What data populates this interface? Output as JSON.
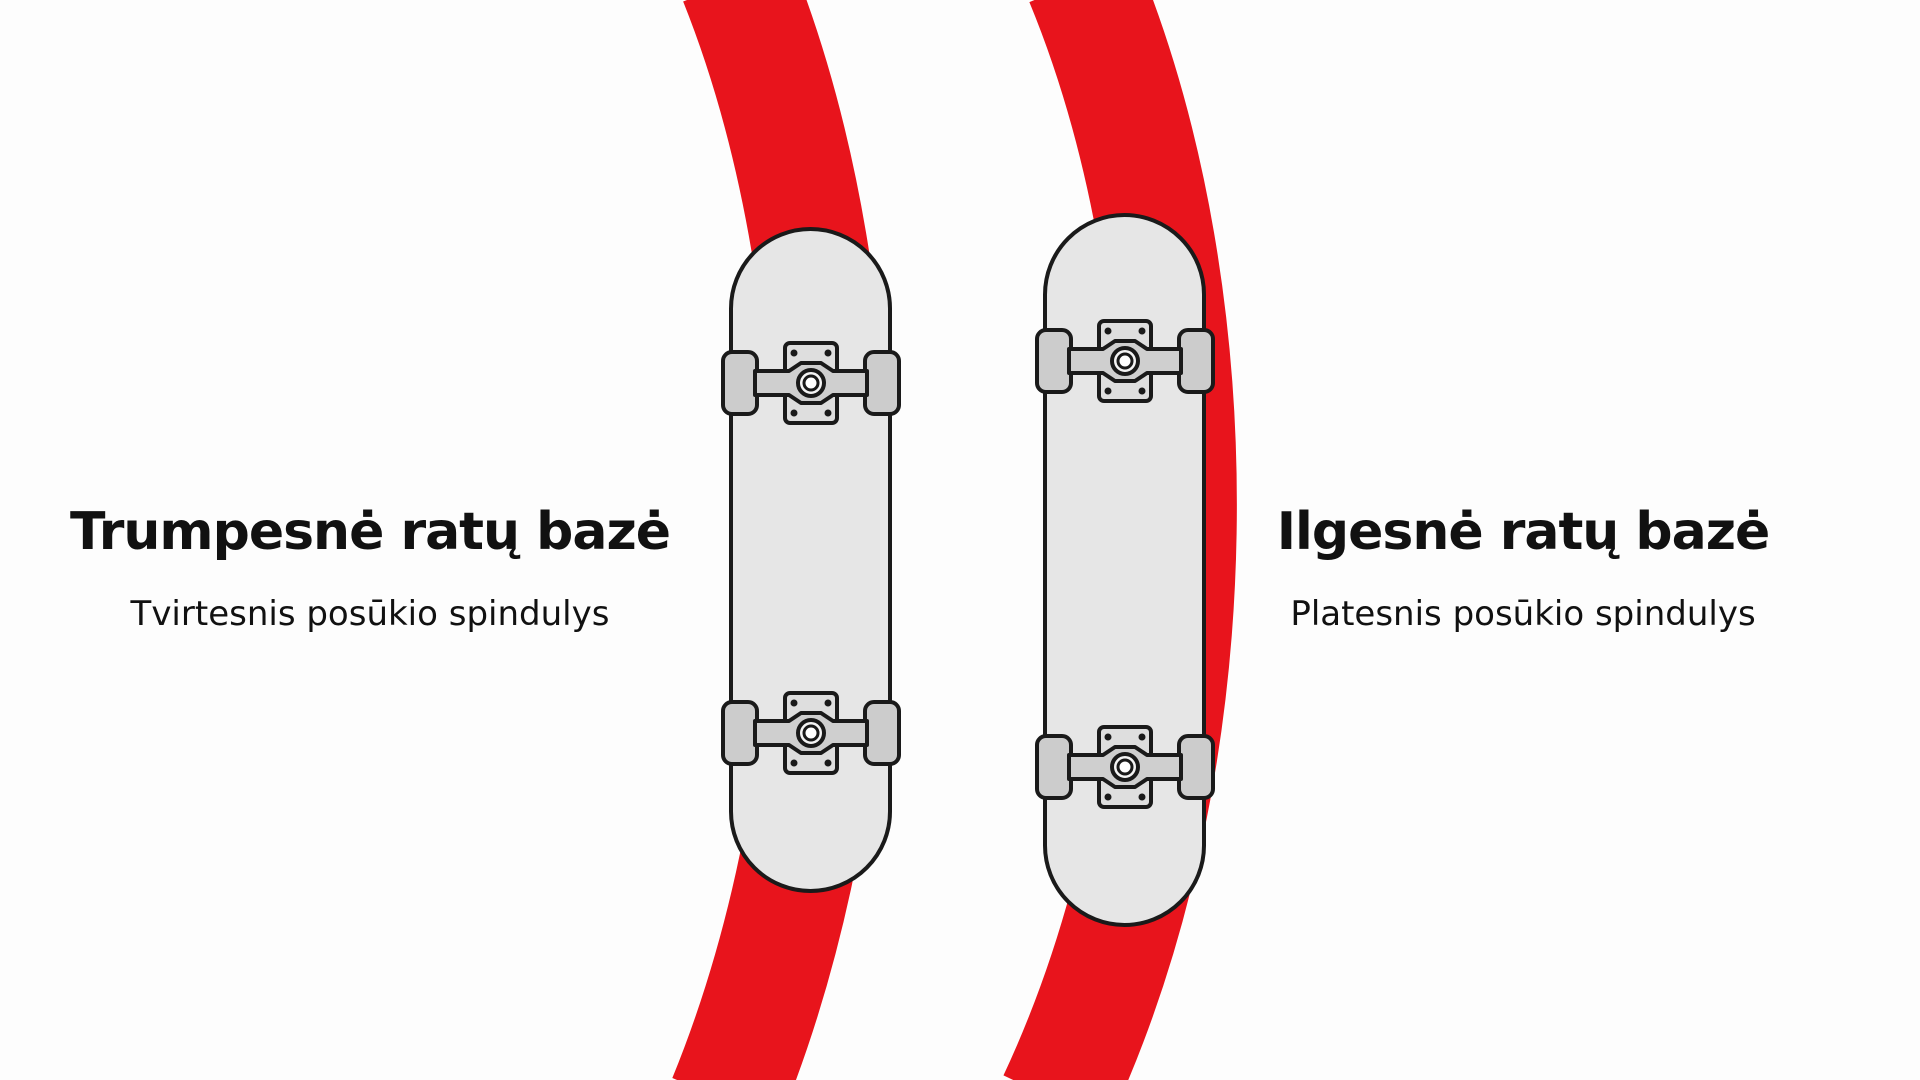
{
  "left_board": {
    "title": "Trumpesnė ratų bazė",
    "subtitle": "Tvirtesnis posūkio spindulys"
  },
  "right_board": {
    "title": "Ilgesnė ratų bazė",
    "subtitle": "Platesnis posūkio spindulys"
  },
  "colors": {
    "turn_path": "#e8141c",
    "deck_fill": "#e6e6e6",
    "wheel_fill": "#cccccc",
    "outline": "#1a1a1a",
    "text": "#111111"
  },
  "icons": [
    "skateboard-icon",
    "wheel-icon",
    "truck-icon",
    "turn-path-icon"
  ]
}
